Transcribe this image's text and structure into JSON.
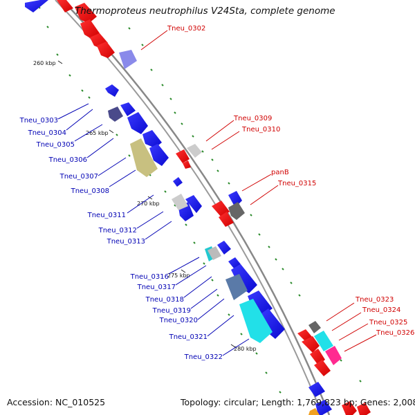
{
  "title": "Thermoproteus neutrophilus V24Sta, complete genome",
  "footer": {
    "accession": "Accession: NC_010525",
    "stats": "Topology: circular; Length: 1,769,823 bp; Genes: 2,008"
  },
  "colors": {
    "forward": "#e00000",
    "reverse": "#1515e0",
    "backbone": "#888888",
    "gc_dots": "#2a8a2a",
    "label_forward": "#d00000",
    "label_reverse": "#0000b4"
  },
  "ticks": [
    "260 kbp",
    "265 kbp",
    "270 kbp",
    "275 kbp",
    "280 kbp"
  ],
  "forward_labels": [
    "Tneu_0302",
    "Tneu_0309",
    "Tneu_0310",
    "panB",
    "Tneu_0315",
    "Tneu_0323",
    "Tneu_0324",
    "Tneu_0325",
    "Tneu_0326"
  ],
  "reverse_labels": [
    "Tneu_0303",
    "Tneu_0304",
    "Tneu_0305",
    "Tneu_0306",
    "Tneu_0307",
    "Tneu_0308",
    "Tneu_0311",
    "Tneu_0312",
    "Tneu_0313",
    "Tneu_0316",
    "Tneu_0317",
    "Tneu_0318",
    "Tneu_0319",
    "Tneu_0320",
    "Tneu_0321",
    "Tneu_0322"
  ]
}
